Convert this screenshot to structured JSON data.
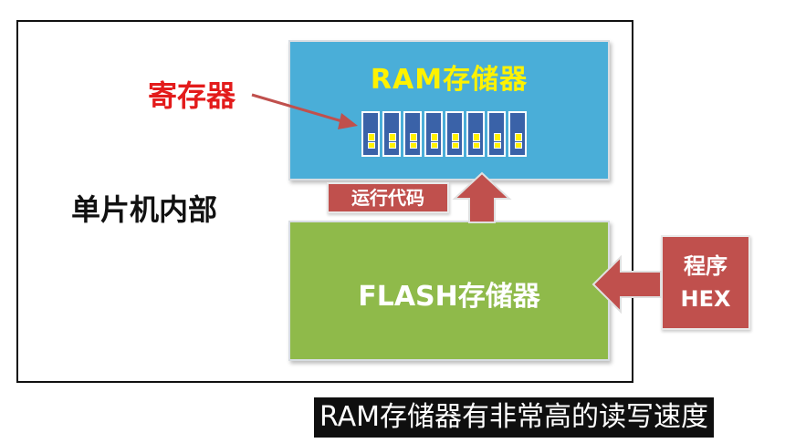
{
  "diagram": {
    "outer_label": "单片机内部",
    "register_label": "寄存器",
    "ram": {
      "title": "RAM存储器",
      "register_count": 8
    },
    "flash": {
      "title": "FLASH存储器"
    },
    "run_code_label": "运行代码",
    "program": {
      "line1": "程序",
      "line2": "HEX"
    }
  },
  "caption": "RAM存储器有非常高的读写速度",
  "colors": {
    "ram_fill": "#4aaed8",
    "flash_fill": "#8fba4a",
    "accent_red": "#c0504d",
    "title_yellow": "#fff200",
    "register_blue": "#3a62a8",
    "label_red": "#e31b1b"
  }
}
